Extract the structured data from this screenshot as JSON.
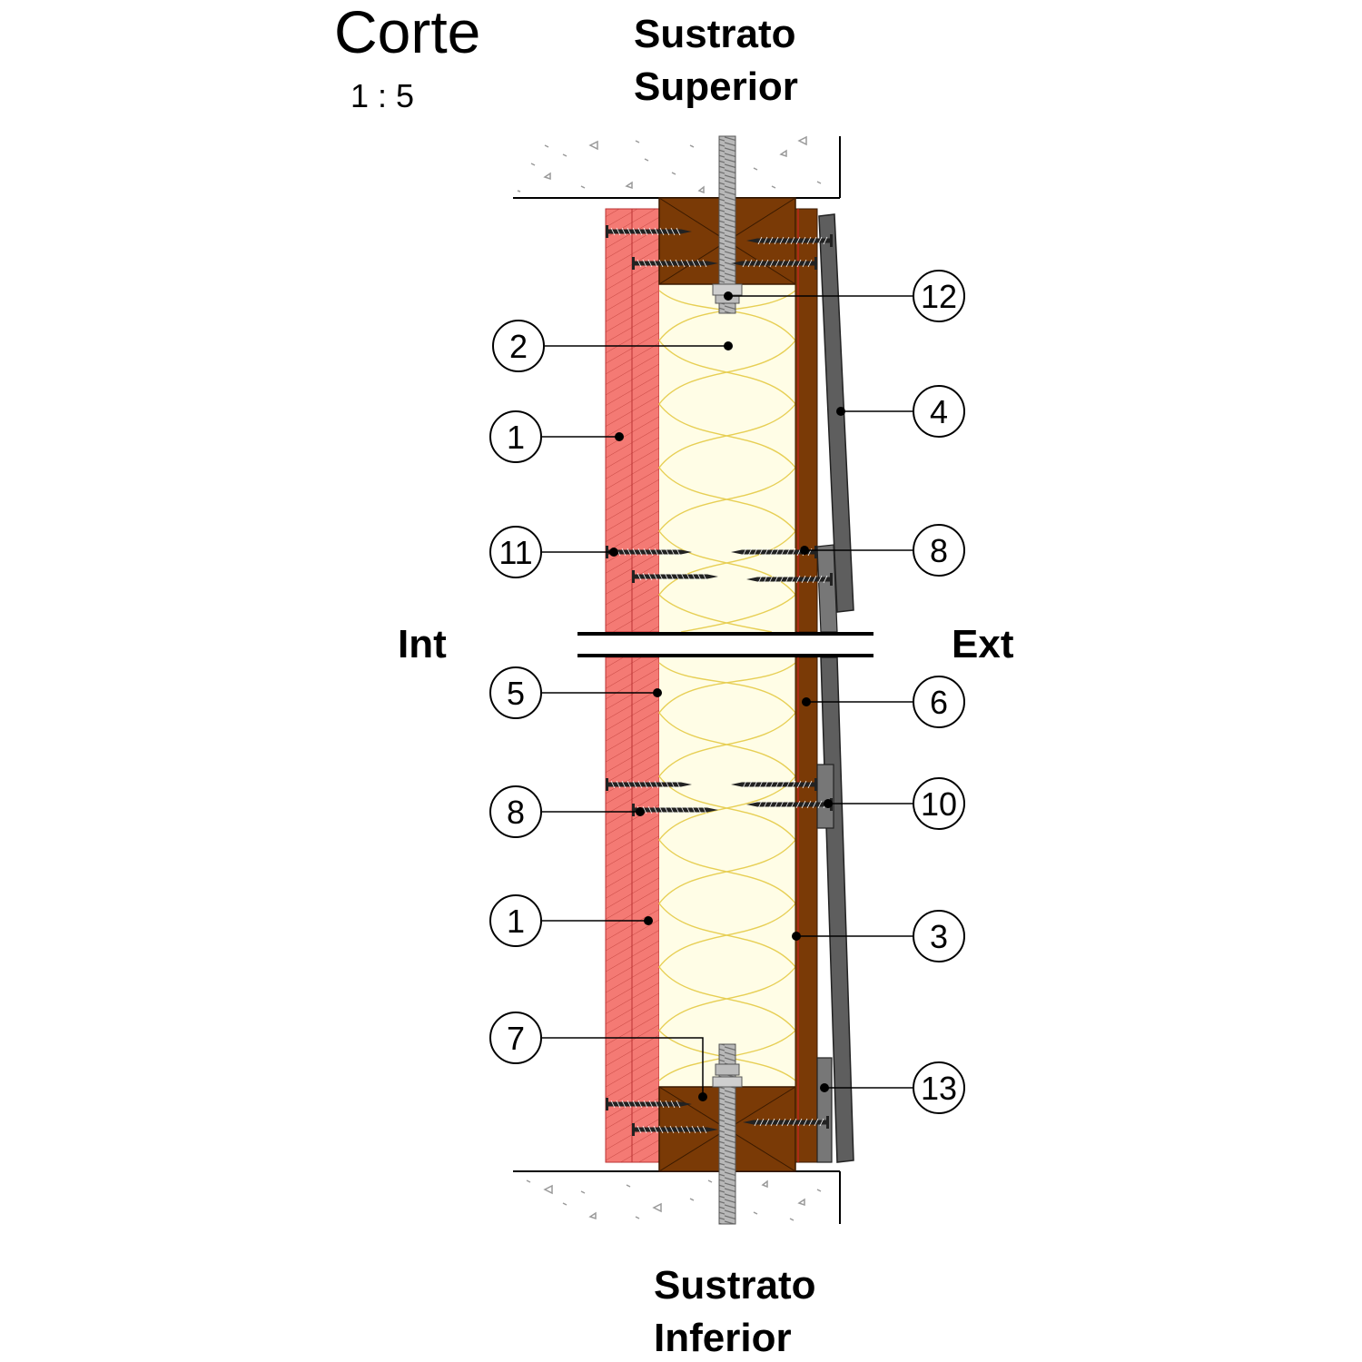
{
  "title": {
    "main": "Corte",
    "scale": "1 : 5"
  },
  "labels": {
    "top_substrate_line1": "Sustrato",
    "top_substrate_line2": "Superior",
    "bottom_substrate_line1": "Sustrato",
    "bottom_substrate_line2": "Inferior",
    "interior": "Int",
    "exterior": "Ext"
  },
  "callouts_left": [
    "2",
    "1",
    "11",
    "5",
    "8",
    "1",
    "7"
  ],
  "callouts_right": [
    "12",
    "4",
    "8",
    "6",
    "10",
    "3",
    "13"
  ],
  "colors": {
    "gypsum_board": "#f47a74",
    "insulation": "#fffde6",
    "insulation_lines": "#e7cf55",
    "timber": "#7a3a06",
    "cladding": "#5e5e5e",
    "steel_rod": "#a5a5a5",
    "concrete_marks": "#9a9a9a"
  }
}
